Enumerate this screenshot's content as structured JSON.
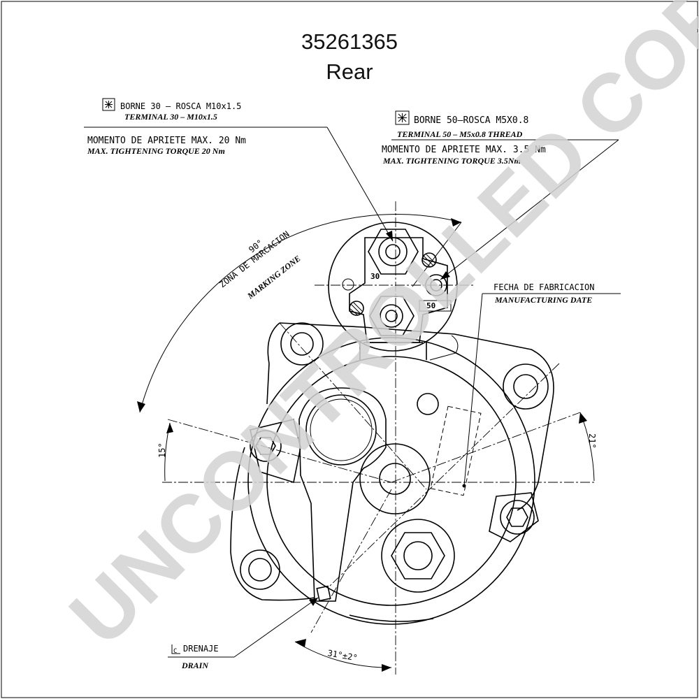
{
  "header": {
    "part_number": "35261365",
    "view": "Rear"
  },
  "watermark": "UNCONTROLLED COPY",
  "callouts": {
    "terminal30": {
      "es": "BORNE 30 – ROSCA M10x1.5",
      "en": "TERMINAL 30 – M10x1.5",
      "torque_es": "MOMENTO DE APRIETE MAX. 20 Nm",
      "torque_en": "MAX. TIGHTENING TORQUE 20 Nm"
    },
    "terminal50": {
      "es": "BORNE 50–ROSCA M5X0.8",
      "en": "TERMINAL 50 – M5x0.8 THREAD",
      "torque_es": "MOMENTO DE APRIETE MAX. 3.5 Nm",
      "torque_en": "MAX. TIGHTENING TORQUE 3.5Nm"
    },
    "manufacturing_date": {
      "es": "FECHA DE FABRICACION",
      "en": "MANUFACTURING DATE"
    },
    "marking_zone": {
      "es": "ZONA DE MARCACION",
      "en": "MARKING ZONE"
    },
    "drain": {
      "es": "DRENAJE",
      "en": "DRAIN"
    }
  },
  "terminal_labels": {
    "t30": "30",
    "t50": "50"
  },
  "dimensions": {
    "angle_90": "90°",
    "angle_15": "15°",
    "angle_21": "21°",
    "angle_31": "31°±2°"
  },
  "icons": {
    "critical_marker": "asterisk-box-icon",
    "drain_marker": "drain-symbol-icon"
  }
}
